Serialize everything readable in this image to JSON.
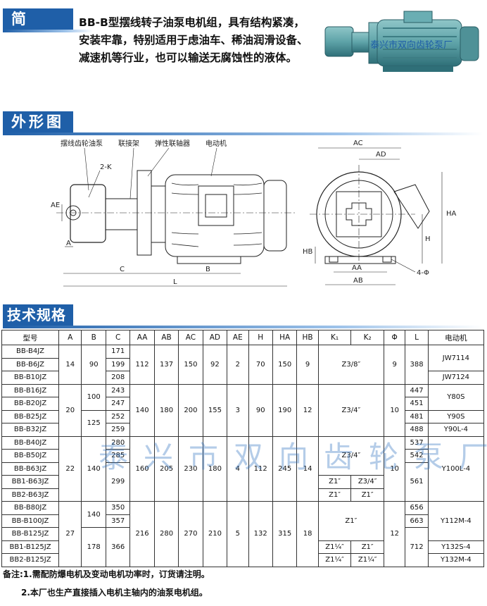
{
  "sections": {
    "intro": "简 介",
    "outline": "外形图",
    "spec": "技术规格"
  },
  "intro_text": "BB-B型摆线转子油泵电机组，具有结构紧凑，安装牢靠，特别适用于虑油车、稀油润滑设备、减速机等行业，也可以输送无腐蚀性的液体。",
  "photo_caption": "泰兴市双向齿轮泵厂",
  "drawing": {
    "pump_label": "摆线齿轮油泵",
    "bracket_label": "联接架",
    "coupling_label": "弹性联轴器",
    "motor_label": "电动机",
    "dims": {
      "k": "2-K",
      "ae": "AE",
      "a": "A",
      "b": "B",
      "c": "C",
      "l": "L",
      "ac": "AC",
      "ad": "AD",
      "ha": "HA",
      "h": "H",
      "hb": "HB",
      "aa": "AA",
      "ab": "AB",
      "phi": "4-Φ"
    }
  },
  "table": {
    "headers": [
      "型号",
      "A",
      "B",
      "C",
      "AA",
      "AB",
      "AC",
      "AD",
      "AE",
      "H",
      "HA",
      "HB",
      "K₁",
      "K₂",
      "Φ",
      "L",
      "电动机"
    ],
    "rows": [
      {
        "model": "BB-B4JZ",
        "c": "171"
      },
      {
        "model": "BB-B6JZ",
        "c": "199"
      },
      {
        "model": "BB-B10JZ",
        "c": "208"
      },
      {
        "model": "BB-B16JZ",
        "c": "243"
      },
      {
        "model": "BB-B20JZ",
        "c": "247"
      },
      {
        "model": "BB-B25JZ",
        "c": "252"
      },
      {
        "model": "BB-B32JZ",
        "c": "259"
      },
      {
        "model": "BB-B40JZ",
        "c": "280"
      },
      {
        "model": "BB-B50JZ",
        "c": "285"
      },
      {
        "model": "BB-B63JZ",
        "c": ""
      },
      {
        "model": "BB1-B63JZ",
        "c": "299"
      },
      {
        "model": "BB2-B63JZ",
        "c": ""
      },
      {
        "model": "BB-B80JZ",
        "c": "350"
      },
      {
        "model": "BB-B100JZ",
        "c": "357"
      },
      {
        "model": "BB-B125JZ",
        "c": ""
      },
      {
        "model": "BB1-B125JZ",
        "c": "366"
      },
      {
        "model": "BB2-B125JZ",
        "c": ""
      }
    ],
    "g1": {
      "a": "14",
      "b": "90",
      "aa": "112",
      "ab": "137",
      "ac": "150",
      "ad": "92",
      "ae": "2",
      "h": "70",
      "ha": "150",
      "hb": "9",
      "k": "Z3/8″",
      "phi": "9",
      "l": "388",
      "motor1": "JW7114",
      "motor2": "JW7124"
    },
    "g2": {
      "a": "20",
      "b1": "100",
      "b2": "125",
      "aa": "140",
      "ab": "180",
      "ac": "200",
      "ad": "155",
      "ae": "3",
      "h": "90",
      "ha": "190",
      "hb": "12",
      "k": "Z3/4″",
      "phi": "10",
      "l1": "447",
      "l2": "451",
      "l3": "481",
      "l4": "488",
      "motor1": "Y80S",
      "motor2": "Y90S",
      "motor3": "Y90L-4"
    },
    "g3": {
      "a": "22",
      "b": "140",
      "aa": "160",
      "ab": "205",
      "ac": "230",
      "ad": "180",
      "ae": "4",
      "h": "112",
      "ha": "245",
      "hb": "14",
      "k": "Z3/4″",
      "k1a": "Z1″",
      "k2a": "Z3/4″",
      "k1b": "Z1″",
      "k2b": "Z1″",
      "phi": "10",
      "l1": "537",
      "l2": "542",
      "l3": "561",
      "motor": "Y100L-4"
    },
    "g4": {
      "a": "27",
      "b1": "140",
      "b2": "178",
      "aa": "216",
      "ab": "280",
      "ac": "270",
      "ad": "210",
      "ae": "5",
      "h": "132",
      "ha": "315",
      "hb": "18",
      "k": "Z1″",
      "k1a": "Z1¼″",
      "k2a": "Z1″",
      "k1b": "Z1¼″",
      "k2b": "Z1¼″",
      "phi": "12",
      "l1": "656",
      "l2": "663",
      "l3": "712",
      "motor1": "Y112M-4",
      "motor2": "Y132S-4",
      "motor3": "Y132M-4"
    }
  },
  "watermark": "泰兴市双向齿轮泵厂",
  "notes": {
    "n1": "备注:1.需配防爆电机及变动电机功率时，订货请注明。",
    "n2": "2.本厂也生产直接插入电机主轴内的油泵电机组。"
  }
}
